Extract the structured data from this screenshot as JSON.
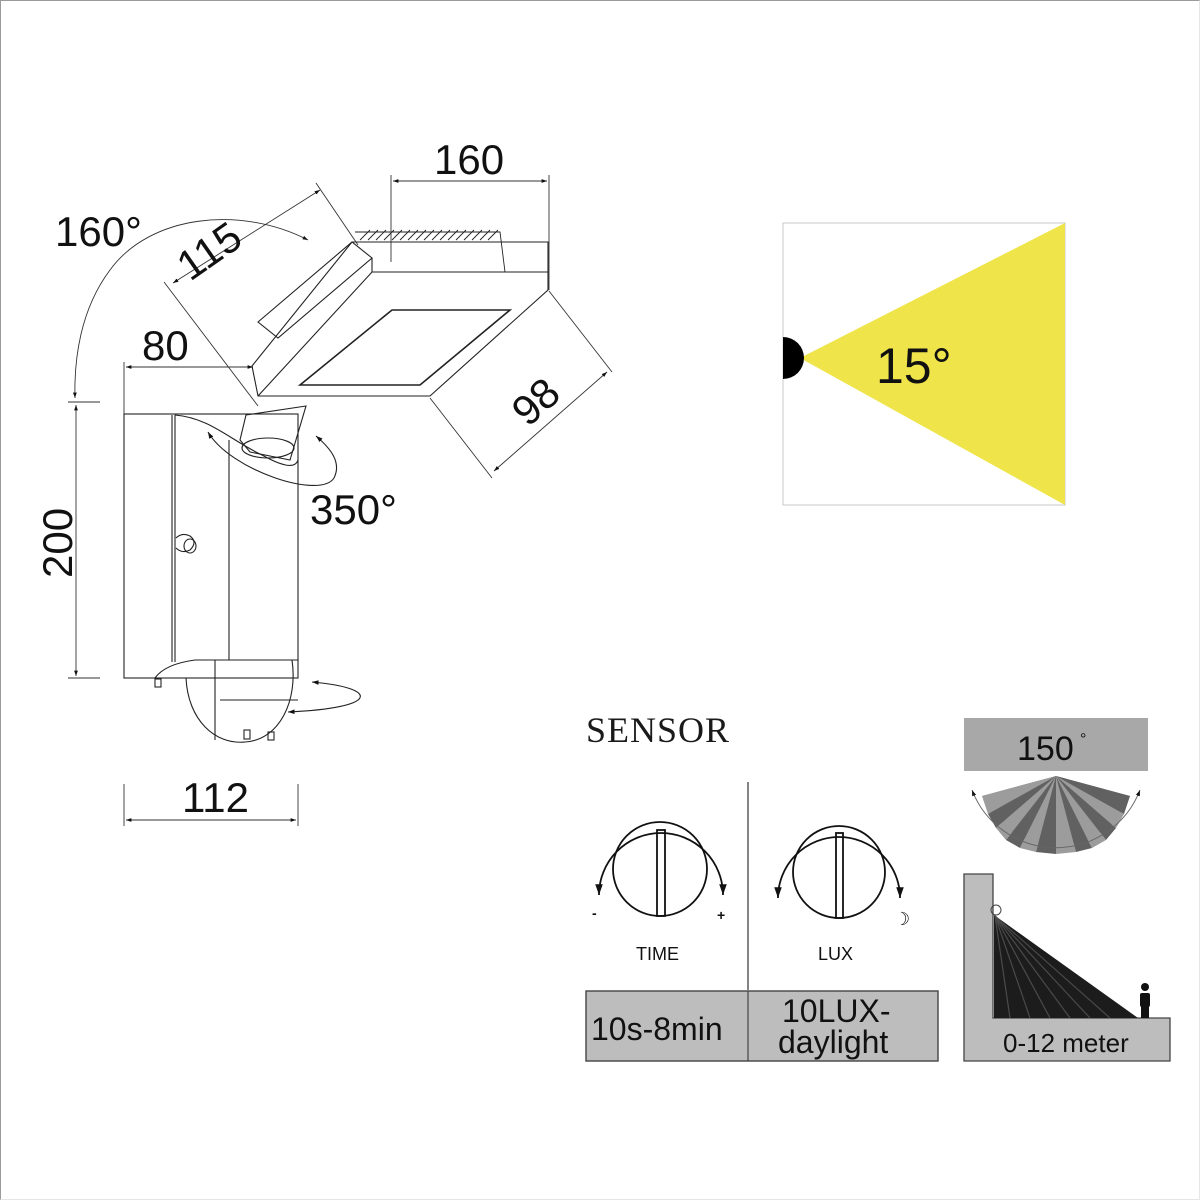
{
  "drawing": {
    "dimensions": {
      "width_top": "160",
      "arm_length": "115",
      "tilt_angle": "160°",
      "arm_offset": "80",
      "head_depth": "98",
      "rotation_angle": "350°",
      "body_height": "200",
      "body_width": "112"
    }
  },
  "beam": {
    "angle_label": "15°",
    "beam_color": "#EFE54A",
    "source_color": "#000000"
  },
  "sensor": {
    "title": "SENSOR",
    "time_knob": {
      "label": "TIME",
      "min_symbol": "-",
      "max_symbol": "+",
      "range": "10s-8min"
    },
    "lux_knob": {
      "label": "LUX",
      "max_symbol": "☽",
      "range_line1": "10LUX-",
      "range_line2": "daylight"
    },
    "detection_angle": {
      "label": "150",
      "degree_symbol": "°"
    },
    "detection_range": {
      "label": "0-12 meter"
    },
    "panel_color": "#BDBDBD",
    "angle_panel_color": "#A8A8A8"
  }
}
